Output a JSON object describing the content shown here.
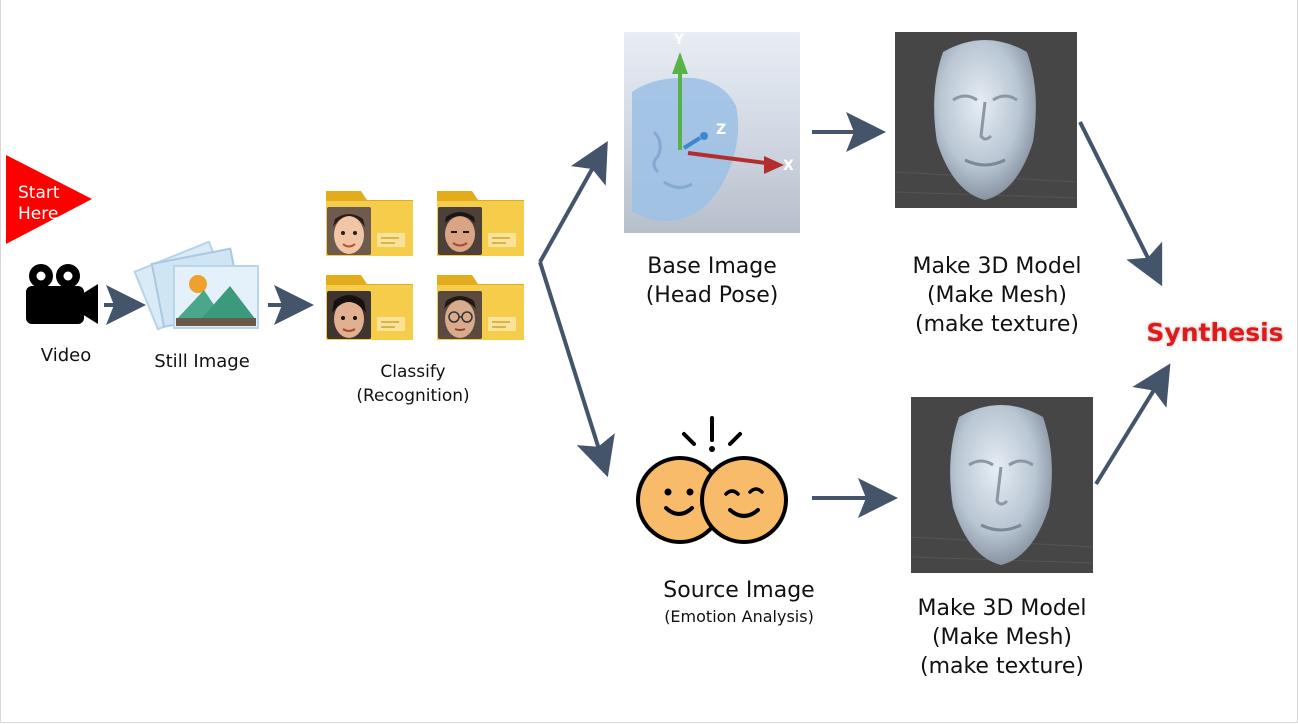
{
  "start_marker": {
    "line1": "Start",
    "line2": "Here"
  },
  "steps": {
    "video": {
      "label": "Video"
    },
    "still_image": {
      "label": "Still Image"
    },
    "classify": {
      "line1": "Classify",
      "line2": "(Recognition)"
    },
    "base_image": {
      "line1": "Base Image",
      "line2": "(Head Pose)"
    },
    "source_image": {
      "line1": "Source Image",
      "line2": "(Emotion Analysis)"
    },
    "model_top": {
      "line1": "Make 3D Model",
      "line2": "(Make Mesh)",
      "line3": "(make texture)"
    },
    "model_bottom": {
      "line1": "Make 3D Model",
      "line2": "(Make Mesh)",
      "line3": "(make texture)"
    },
    "synthesis": {
      "label": "Synthesis"
    }
  },
  "head_pose_axes": {
    "y": "Y",
    "z": "Z",
    "x": "X"
  },
  "colors": {
    "arrow": "#44546a",
    "start_marker": "#ff0000",
    "synthesis_text": "#e11919",
    "folder": "#f3c23a",
    "emoji_face": "#f8bb6a"
  }
}
